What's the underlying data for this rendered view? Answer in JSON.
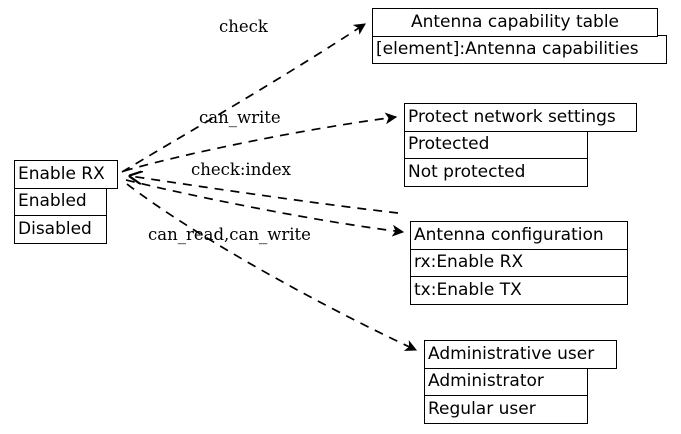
{
  "diagram": {
    "type": "node-link-diagram",
    "background": "#ffffff",
    "stroke": "#000000",
    "nodes": [
      {
        "id": "enable-rx",
        "header": "Enable RX",
        "rows": [
          "Enabled",
          "Disabled"
        ]
      },
      {
        "id": "antenna-capability-table",
        "header": "Antenna capability table",
        "rows": [
          "[element]:Antenna capabilities"
        ]
      },
      {
        "id": "protect-network-settings",
        "header": "Protect network settings",
        "rows": [
          "Protected",
          "Not protected"
        ]
      },
      {
        "id": "antenna-configuration",
        "header": "Antenna configuration",
        "rows": [
          "rx:Enable RX",
          "tx:Enable TX"
        ]
      },
      {
        "id": "administrative-user",
        "header": "Administrative user",
        "rows": [
          "Administrator",
          "Regular user"
        ]
      }
    ],
    "edges": [
      {
        "id": "edge-check",
        "label": "check",
        "from": "enable-rx",
        "to": "antenna-capability-table"
      },
      {
        "id": "edge-can-write",
        "label": "can_write",
        "from": "enable-rx",
        "to": "protect-network-settings"
      },
      {
        "id": "edge-check-index",
        "label": "check:index",
        "from": "protect-network-settings",
        "to": "enable-rx"
      },
      {
        "id": "edge-can-read-can-write",
        "label": "can_read,can_write",
        "from": "enable-rx",
        "to": "antenna-configuration"
      },
      {
        "id": "edge-admin",
        "label": "",
        "from": "enable-rx",
        "to": "administrative-user"
      }
    ]
  }
}
